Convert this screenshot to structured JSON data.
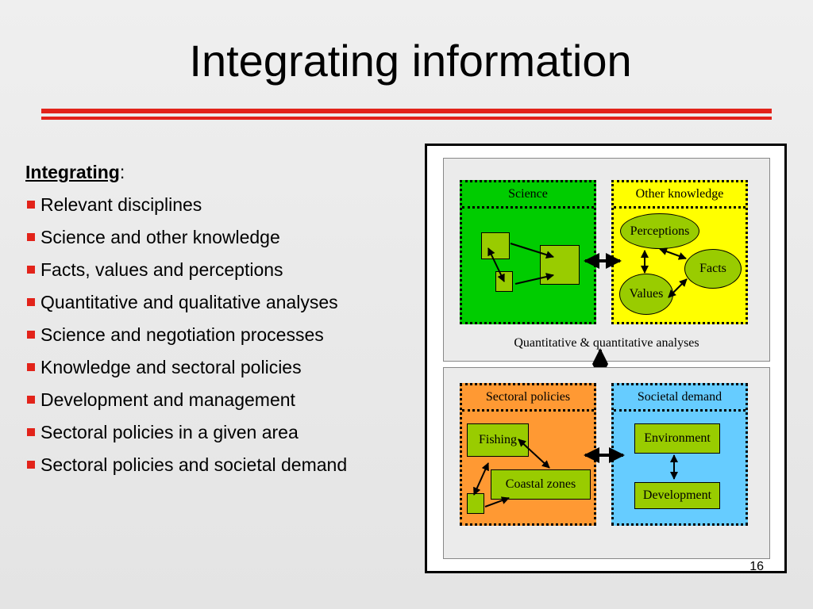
{
  "title": "Integrating information",
  "heading": {
    "label": "Integrating",
    "suffix": ":"
  },
  "bullets": [
    "Relevant disciplines",
    "Science and other knowledge",
    "Facts, values and perceptions",
    "Quantitative and qualitative analyses",
    "Science and negotiation processes",
    "Knowledge and sectoral policies",
    "Development and management",
    "Sectoral policies in a given area",
    "Sectoral policies and societal demand"
  ],
  "diagram": {
    "upper": {
      "science_label": "Science",
      "other_knowledge_label": "Other knowledge",
      "perceptions": "Perceptions",
      "facts": "Facts",
      "values": "Values",
      "caption": "Quantitative & quantitative analyses"
    },
    "lower": {
      "sectoral_label": "Sectoral policies",
      "societal_label": "Societal demand",
      "fishing": "Fishing",
      "coastal_zones": "Coastal zones",
      "environment": "Environment",
      "development": "Development"
    }
  },
  "colors": {
    "accent_red": "#e2231a",
    "science_green": "#00cc00",
    "other_yellow": "#ffff00",
    "sectoral_orange": "#ff9933",
    "societal_blue": "#66ccff",
    "node_green": "#99cc00"
  },
  "page_number": "16"
}
